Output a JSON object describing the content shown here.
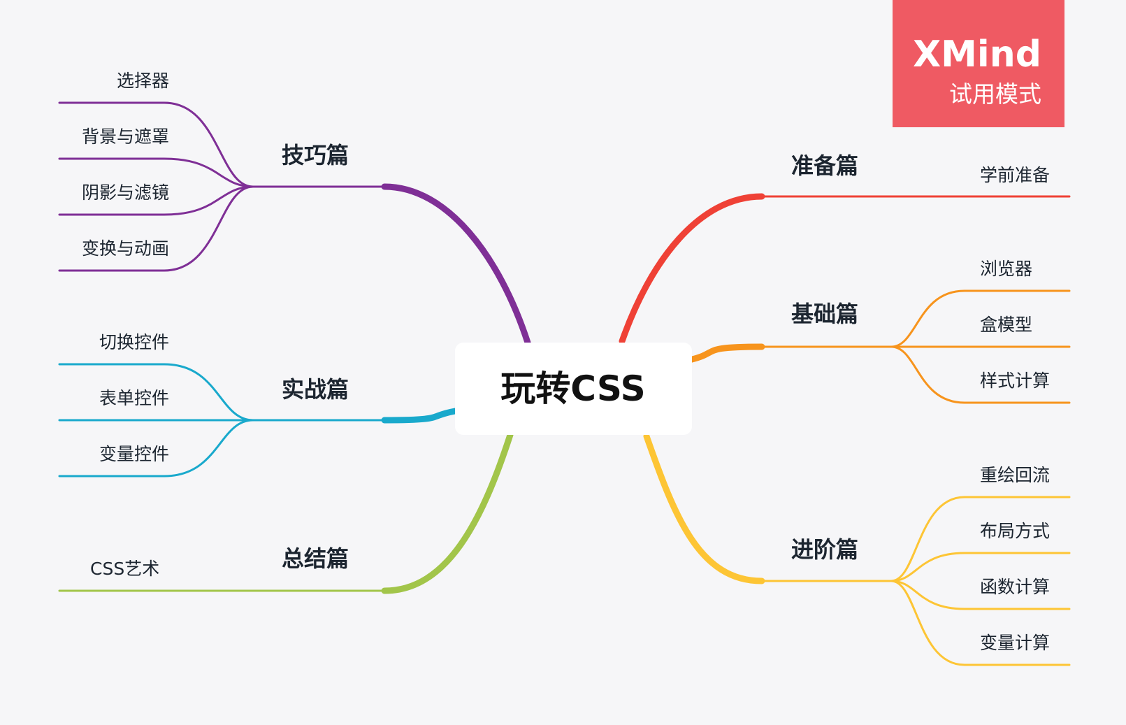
{
  "central_topic": "玩转CSS",
  "watermark": {
    "title": "XMind",
    "subtitle": "试用模式",
    "color": "#ef5a63"
  },
  "branches": [
    {
      "key": "prep",
      "label": "准备篇",
      "color": "#ef4136",
      "side": "right",
      "children": [
        "学前准备"
      ]
    },
    {
      "key": "basic",
      "label": "基础篇",
      "color": "#f7941d",
      "side": "right",
      "children": [
        "浏览器",
        "盒模型",
        "样式计算"
      ]
    },
    {
      "key": "advanced",
      "label": "进阶篇",
      "color": "#fdc535",
      "side": "right",
      "children": [
        "重绘回流",
        "布局方式",
        "函数计算",
        "变量计算"
      ]
    },
    {
      "key": "skills",
      "label": "技巧篇",
      "color": "#7f2f96",
      "side": "left",
      "children": [
        "选择器",
        "背景与遮罩",
        "阴影与滤镜",
        "变换与动画"
      ]
    },
    {
      "key": "practice",
      "label": "实战篇",
      "color": "#19a9cc",
      "side": "left",
      "children": [
        "切换控件",
        "表单控件",
        "变量控件"
      ]
    },
    {
      "key": "summary",
      "label": "总结篇",
      "color": "#a2c54a",
      "side": "left",
      "children": [
        "CSS艺术"
      ]
    }
  ]
}
